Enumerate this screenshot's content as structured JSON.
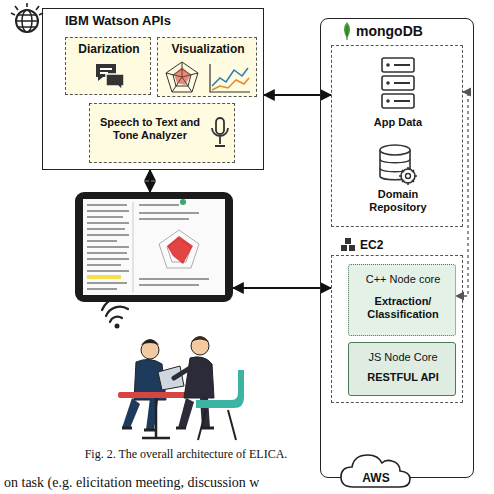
{
  "diagram": {
    "caption": "Fig. 2. The overall architecture of ELICA.",
    "nodes": [
      {
        "text": [
          "IBM Watson APIs"
        ]
      },
      {
        "text": [
          "Diarization"
        ],
        "in": 0
      },
      {
        "text": [
          "Visualization"
        ],
        "in": 0
      },
      {
        "text": [
          "Speech to Text and Tone Analyzer"
        ],
        "in": 0
      },
      {
        "text": []
      },
      {
        "text": [
          "AWS"
        ]
      },
      {
        "text": [
          "mongoDB"
        ],
        "in": 5
      },
      {
        "text": [
          "App Data"
        ],
        "in": 6
      },
      {
        "text": [
          "Domain Repository"
        ],
        "in": 6
      },
      {
        "text": [
          "EC2"
        ],
        "in": 5
      },
      {
        "text": [
          "C++ Node core",
          "Extraction/ Classification"
        ],
        "in": 9
      },
      {
        "text": [
          "JS Node Core",
          "RESTFUL API"
        ],
        "in": 9
      }
    ],
    "edges": [
      {
        "from": 0,
        "to": 6,
        "arrow": "both"
      },
      {
        "from": 0,
        "to": 4,
        "arrow": "both"
      },
      {
        "from": 4,
        "to": 9,
        "arrow": "both"
      },
      {
        "from": 6,
        "to": 10,
        "arrow": "both"
      }
    ],
    "labels": [
      "on task (e.g. elicitation meeting, discussion w"
    ]
  }
}
